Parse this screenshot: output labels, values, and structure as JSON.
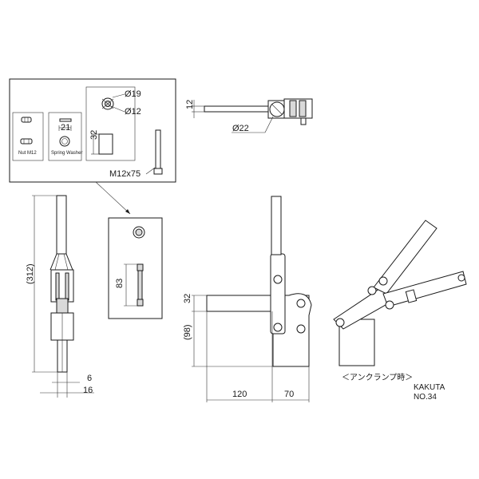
{
  "dims": {
    "dia19": "Ø19",
    "dia12": "Ø12",
    "dia22": "Ø22",
    "w21": "21",
    "h32_washer": "32",
    "bolt": "M12x75",
    "h12": "12",
    "h312": "(312)",
    "h83": "83",
    "h32": "32",
    "h98": "(98)",
    "w120": "120",
    "w70": "70",
    "w6": "6",
    "w16": "16"
  },
  "labels": {
    "nut": "Nut M12",
    "washer": "Spring Washer",
    "unclamped": "＜アンクランプ時＞",
    "brand": "KAKUTA",
    "model": "NO.34"
  }
}
